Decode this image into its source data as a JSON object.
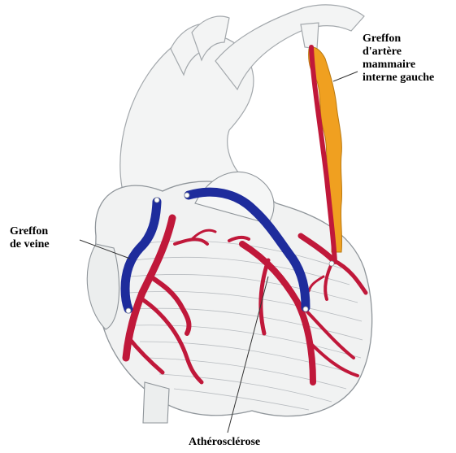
{
  "labels": {
    "internal_mammary_graft": [
      "Greffon",
      "d'artère",
      "mammaire",
      "interne gauche"
    ],
    "vein_graft": [
      "Greffon",
      "de veine"
    ],
    "atherosclerosis": "Athérosclérose"
  },
  "colors": {
    "artery_red": "#c0183a",
    "vein_blue": "#1e2c9c",
    "fat_orange": "#f0a020",
    "sketch_line": "#9aa0a6",
    "tissue_fill": "#f1f2f2"
  }
}
